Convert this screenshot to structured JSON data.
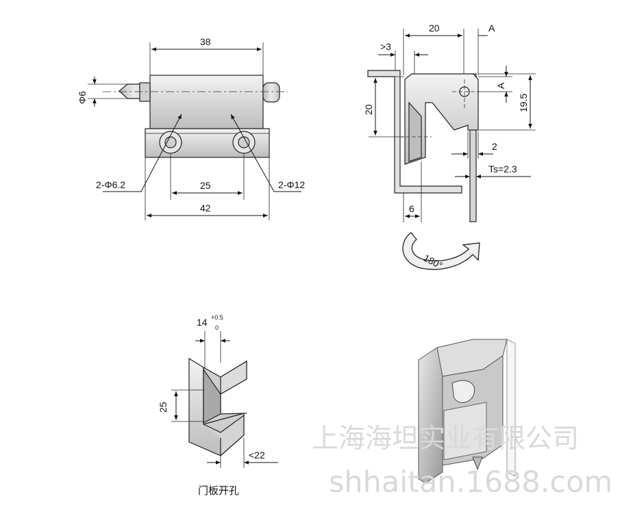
{
  "front_view": {
    "dim_top": "38",
    "dim_phi6": "Φ6",
    "dim_hole_left": "2-Φ6.2",
    "dim_hole_right": "2-Φ12",
    "dim_spacing": "25",
    "dim_bottom": "42"
  },
  "side_view": {
    "dim_20_top": "20",
    "dim_A_top": "A",
    "dim_gt3": ">3",
    "dim_20_left": "20",
    "dim_A_right": "A",
    "dim_19_5": "19.5",
    "dim_2": "2",
    "dim_ts": "Ts=2.3",
    "dim_6": "6",
    "rotation": "180°"
  },
  "cutout_view": {
    "dim_14": "14",
    "tol_upper": "+0.5",
    "tol_lower": "0",
    "dim_25": "25",
    "dim_lt22": "<22",
    "caption": "门板开孔"
  },
  "watermark": {
    "company": "上海海坦实业有限公司",
    "site": "shhaitan.1688.com"
  }
}
